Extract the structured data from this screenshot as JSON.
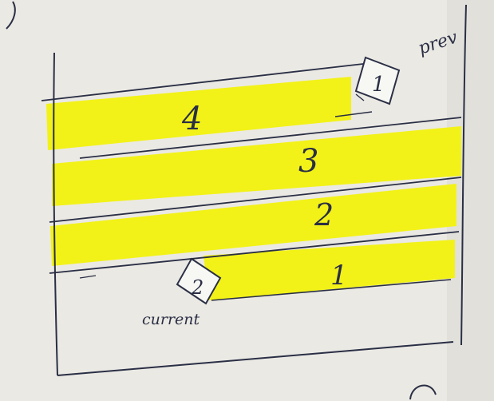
{
  "labels": {
    "band_4": "4",
    "band_3": "3",
    "band_2": "2",
    "band_1": "1",
    "box_top": "1",
    "box_bottom": "2",
    "prev": "prev",
    "current": "current"
  },
  "colors": {
    "paper": "#e9e7e2",
    "highlight": "#f2f218",
    "ink": "#2a2f45"
  }
}
